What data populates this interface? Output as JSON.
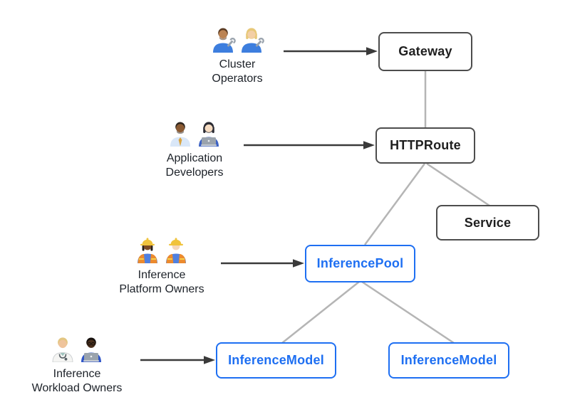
{
  "diagram": {
    "background": "#ffffff",
    "personas": [
      {
        "name": "Cluster Operators",
        "label_lines": [
          "Cluster",
          "Operators"
        ],
        "emoji_icons": [
          "man-mechanic",
          "woman-mechanic"
        ],
        "arrow_to": "Gateway"
      },
      {
        "name": "Application Developers",
        "label_lines": [
          "Application",
          "Developers"
        ],
        "emoji_icons": [
          "man-office-worker",
          "woman-technologist"
        ],
        "arrow_to": "HTTPRoute"
      },
      {
        "name": "Inference Platform Owners",
        "label_lines": [
          "Inference",
          "Platform Owners"
        ],
        "emoji_icons": [
          "woman-construction-worker",
          "man-construction-worker"
        ],
        "arrow_to": "InferencePool"
      },
      {
        "name": "Inference Workload Owners",
        "label_lines": [
          "Inference",
          "Workload Owners"
        ],
        "emoji_icons": [
          "health-worker",
          "man-technologist"
        ],
        "arrow_to": "InferenceModel (left)"
      }
    ],
    "nodes": [
      {
        "id": "gateway",
        "label": "Gateway",
        "style": "dark"
      },
      {
        "id": "httproute",
        "label": "HTTPRoute",
        "style": "dark"
      },
      {
        "id": "service",
        "label": "Service",
        "style": "dark"
      },
      {
        "id": "inferencepool",
        "label": "InferencePool",
        "style": "blue"
      },
      {
        "id": "inferencemodel-left",
        "label": "InferenceModel",
        "style": "blue"
      },
      {
        "id": "inferencemodel-right",
        "label": "InferenceModel",
        "style": "blue"
      }
    ],
    "edges": [
      {
        "from": "Gateway",
        "to": "HTTPRoute"
      },
      {
        "from": "HTTPRoute",
        "to": "InferencePool"
      },
      {
        "from": "HTTPRoute",
        "to": "Service"
      },
      {
        "from": "InferencePool",
        "to": "InferenceModel (left)"
      },
      {
        "from": "InferencePool",
        "to": "InferenceModel (right)"
      }
    ],
    "colors": {
      "node_border_dark": "#4d4d4d",
      "node_text_dark": "#1f1f1f",
      "node_border_blue": "#1e6ff2",
      "node_text_blue": "#1e6ff2",
      "connector_gray": "#b5b5b5",
      "arrow_dark": "#3a3a3a",
      "persona_text": "#1c2128",
      "background": "#ffffff"
    }
  }
}
